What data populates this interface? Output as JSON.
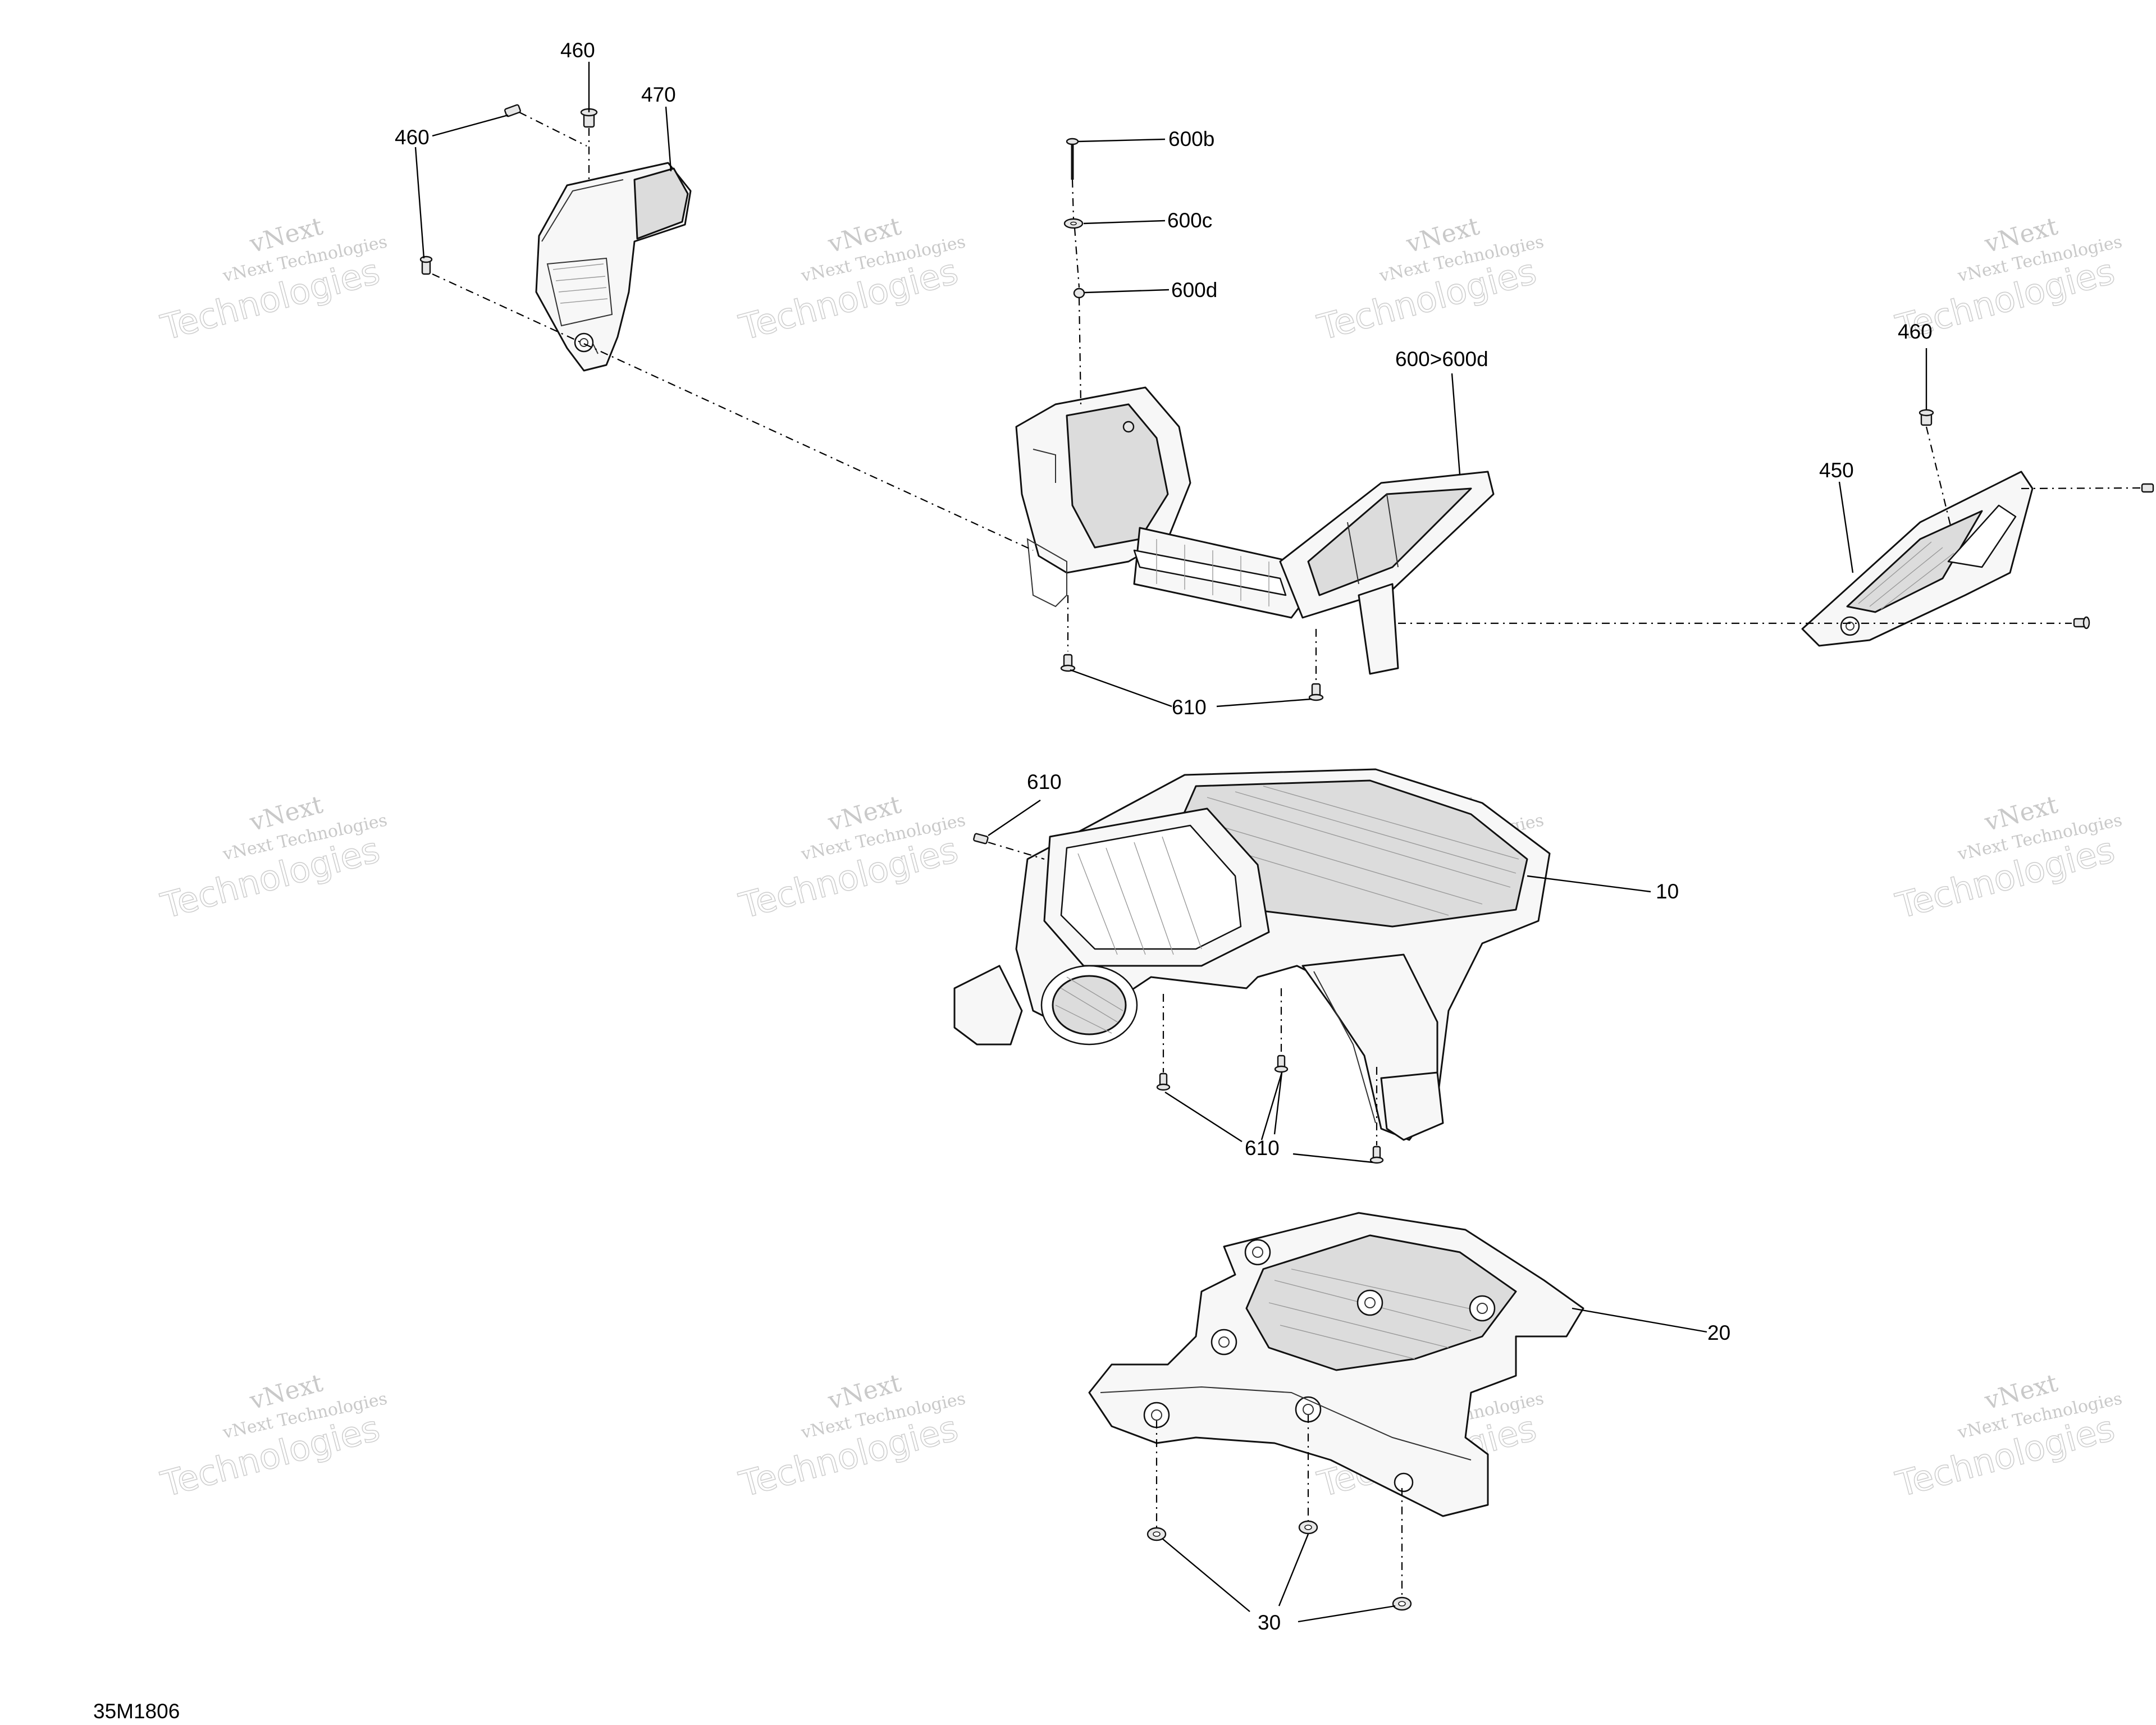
{
  "diagram": {
    "drawing_code": "35M1806",
    "watermark": {
      "line1": "vNext",
      "line2": "vNext Technologies",
      "line3": "Technologies"
    },
    "callouts": {
      "c460_top": "460",
      "c470": "470",
      "c460_left": "460",
      "c600b": "600b",
      "c600c": "600c",
      "c600d": "600d",
      "c600_range": "600>600d",
      "c460_right": "460",
      "c450": "450",
      "c610_upper": "610",
      "c610_side": "610",
      "c10": "10",
      "c610_lower": "610",
      "c20": "20",
      "c30": "30"
    }
  }
}
